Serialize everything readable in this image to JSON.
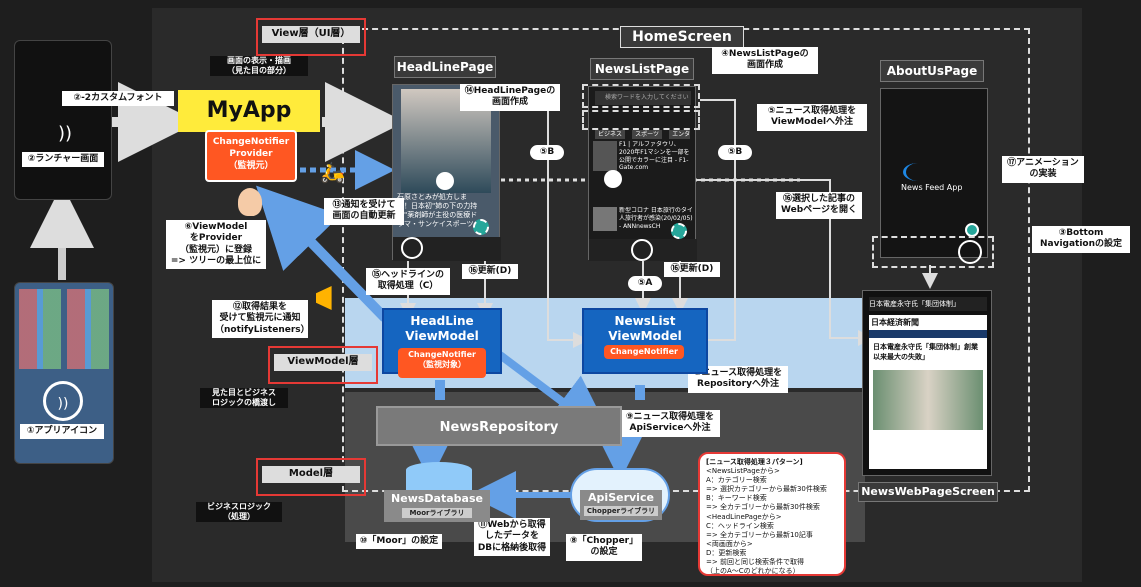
{
  "view_layer": {
    "label": "View層（UI層）",
    "desc": "画面の表示・描画\n（見た目の部分）"
  },
  "viewmodel_layer": {
    "label": "ViewModel層",
    "desc": "見た目とビジネス\nロジックの橋渡し"
  },
  "model_layer": {
    "label": "Model層",
    "desc": "ビジネスロジック\n（処理）"
  },
  "home_screen": "HomeScreen",
  "pages": {
    "headline": "HeadLinePage",
    "newslist": "NewsListPage",
    "aboutus": "AboutUsPage"
  },
  "myapp": {
    "title": "MyApp",
    "provider": "ChangeNotifier\nProvider\n（監視元）"
  },
  "left_labels": {
    "custom_font": "②-2カスタムフォント",
    "launcher": "②ランチャー画面",
    "app_icon": "①アプリアイコン"
  },
  "notes": {
    "n4": "④NewsListPageの\n画面作成",
    "n14": "⑭HeadLinePageの\n画面作成",
    "n5": "⑤ニュース取得処理を\nViewModelへ外注",
    "n5b_left": "⑤B",
    "n5b_right": "⑤B",
    "n5a": "⑤A",
    "n13": "⑬通知を受けて\n画面の自動更新",
    "n6": "⑥ViewModel\nをProvider\n（監視元）に登録\n=> ツリーの最上位に",
    "n12": "⑫取得結果を\n受けて監視元に通知\n（notifyListeners）",
    "n15": "⑮ヘッドラインの\n取得処理（C）",
    "n16_left": "⑯更新(D)",
    "n16_right": "⑯更新(D)",
    "n16_web": "⑯選択した記事の\nWebページを開く",
    "n17": "⑰アニメーション\nの実装",
    "n3": "③Bottom\nNavigationの設定",
    "n7": "⑦ニュース取得処理を\nRepositoryへ外注",
    "n9": "⑨ニュース取得処理を\nApiServiceへ外注",
    "n10": "⑩「Moor」の設定",
    "n11": "⑪Webから取得\nしたデータを\nDBに格納後取得",
    "n8": "⑧「Chopper」\nの設定"
  },
  "viewmodels": {
    "headline": {
      "title": "HeadLine\nViewModel",
      "badge": "ChangeNotifier\n（監視対象）"
    },
    "newslist": {
      "title": "NewsList\nViewModel",
      "badge": "ChangeNotifier"
    }
  },
  "repository": "NewsRepository",
  "database": {
    "title": "NewsDatabase",
    "sub": "Moorライブラリ"
  },
  "api": {
    "title": "ApiService",
    "sub": "Chopperライブラリ"
  },
  "webscreen": {
    "title": "NewsWebPageScreen",
    "header": "日本電産永守氏「集団体制」",
    "paper": "日本経済新聞",
    "headline": "日本電産永守氏「集団体制」創業以来最大の失敗」"
  },
  "about_app": "News Feed App",
  "headline_caption": "石原さとみが処方しま\nす！日本初\"姉の下の力持\nち\"薬剤師が主役の医療ド\nラマ・サンケイスポーツ",
  "news_items": [
    "F1 | アルファタウリ、2020年F1マシンを一部を公開でカラーに注目 - F1-Gate.com",
    "新型コロナ 日本旅行のタイ人旅行者が感染(20/02/05) - ANNnewsCH"
  ],
  "search_placeholder": "検索ワードを入力してください",
  "category_tabs": [
    "ビジネス",
    "スポーツ",
    "エンタメ"
  ],
  "summary": {
    "title": "[ニュース取得処理３パターン]",
    "lines": [
      "<NewsListPageから>",
      "A：カテゴリー検索",
      "=> 選択カテゴリーから最新30件検索",
      "B：キーワード検索",
      "=> 全カテゴリーから最新30件検索",
      "<HeadLinePageから>",
      "C：ヘッドライン検索",
      "=> 全カテゴリーから最新10記事",
      "<両画面から>",
      "D：更新検索",
      "=> 前回と同じ検索条件で取得",
      "（上のA～Cのどれかになる）"
    ]
  },
  "colors": {
    "accent_red": "#e53935",
    "vm_blue": "#1565c0",
    "badge_orange": "#ff5722",
    "myapp_yellow": "#ffeb3b",
    "arrow_blue": "#64a0e6"
  }
}
